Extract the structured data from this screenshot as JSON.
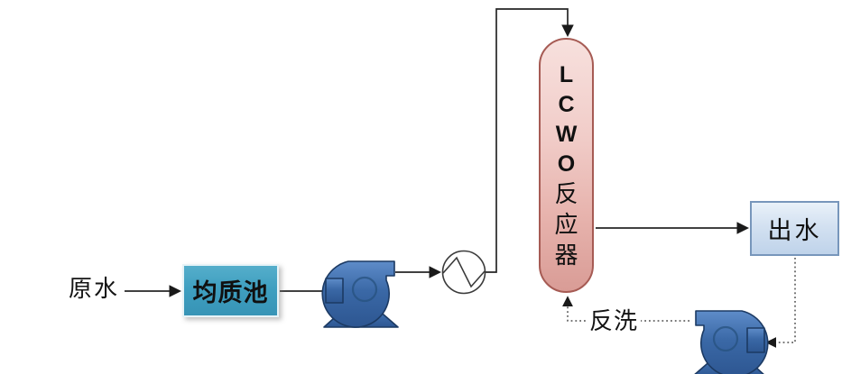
{
  "diagram": {
    "type": "process-flow-diagram",
    "labels": {
      "raw_water": "原水",
      "tank": "均质池",
      "reactor_full": "LCWO反应器",
      "effluent": "出水",
      "backwash": "反洗"
    },
    "reactor": {
      "chars": [
        "L",
        "C",
        "W",
        "O",
        "反",
        "应",
        "器"
      ]
    },
    "icons": {
      "feed_pump": "centrifugal-pump",
      "backwash_pump": "centrifugal-pump-mirrored",
      "heat_exchanger": "circle-zigzag-heat-exchanger"
    },
    "nodes": [
      {
        "id": "raw-water",
        "label": "原水",
        "kind": "text"
      },
      {
        "id": "homogenization-tank",
        "label": "均质池",
        "kind": "box"
      },
      {
        "id": "feed-pump",
        "label": "",
        "kind": "pump-icon"
      },
      {
        "id": "heat-exchanger",
        "label": "",
        "kind": "heat-exchanger-icon"
      },
      {
        "id": "lcwo-reactor",
        "label": "LCWO反应器",
        "kind": "column"
      },
      {
        "id": "effluent",
        "label": "出水",
        "kind": "box"
      },
      {
        "id": "backwash-pump",
        "label": "",
        "kind": "pump-icon"
      }
    ],
    "edges": [
      {
        "from": "raw-water",
        "to": "homogenization-tank",
        "style": "solid-arrow"
      },
      {
        "from": "homogenization-tank",
        "to": "feed-pump",
        "style": "solid-arrow"
      },
      {
        "from": "feed-pump",
        "to": "heat-exchanger",
        "style": "solid-arrow"
      },
      {
        "from": "heat-exchanger",
        "to": "lcwo-reactor-top",
        "style": "solid-arrow"
      },
      {
        "from": "lcwo-reactor",
        "to": "effluent",
        "style": "solid-arrow"
      },
      {
        "from": "effluent",
        "to": "backwash-pump",
        "style": "dotted-arrow"
      },
      {
        "from": "backwash-pump",
        "to": "lcwo-reactor-bottom",
        "style": "dotted-arrow",
        "label": "反洗"
      }
    ],
    "colors": {
      "tank_fill": "#3f9fc0",
      "reactor_fill_top": "#f7e0dd",
      "reactor_fill_bottom": "#d99c96",
      "reactor_border": "#a65b54",
      "effluent_fill": "#d3e1f1",
      "effluent_border": "#7796bb",
      "pump_fill": "#3a68a6",
      "pump_border": "#1c3a63",
      "solid_line": "#262626",
      "dotted_line": "#4a4a4a"
    }
  }
}
